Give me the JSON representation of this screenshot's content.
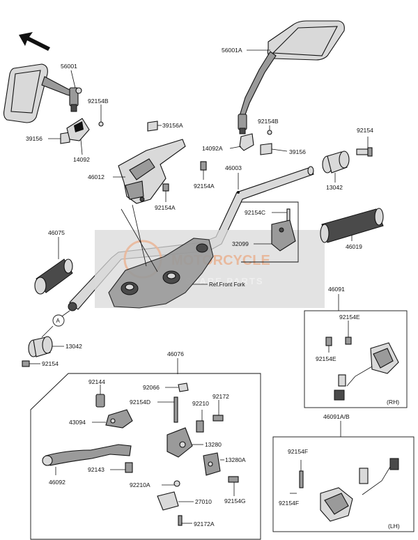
{
  "watermark": {
    "brand": "MOTORCYCLE",
    "subtitle": "SPARE PARTS",
    "accent_color": "#e9b79a",
    "background_color": "#d9d9d9"
  },
  "labels": {
    "p56001": "56001",
    "p56001A": "56001A",
    "p92154B_left": "92154B",
    "p92154B_right": "92154B",
    "p39156_left": "39156",
    "p39156_right": "39156",
    "p39156A": "39156A",
    "p14092": "14092",
    "p14092A": "14092A",
    "p46012": "46012",
    "p92154A_1": "92154A",
    "p92154A_2": "92154A",
    "p46003": "46003",
    "p92154_top": "92154",
    "p13042_top": "13042",
    "p92154C": "92154C",
    "p32099": "32099",
    "p46019": "46019",
    "p46075": "46075",
    "ref_front_fork": "Ref.Front Fork",
    "p13042_bottom": "13042",
    "p92154_bottom": "92154",
    "callout_a": "A",
    "p46091": "46091",
    "p92154E_1": "92154E",
    "p92154E_2": "92154E",
    "rh": "(RH)",
    "p46076": "46076",
    "p92144": "92144",
    "p92066": "92066",
    "p92172": "92172",
    "p92154D": "92154D",
    "p92210": "92210",
    "p43094": "43094",
    "p13280": "13280",
    "p13280A": "13280A",
    "p92143": "92143",
    "p92092": "46092",
    "p92210A": "92210A",
    "p92154G": "92154G",
    "p27010": "27010",
    "p92172A": "92172A",
    "p46091AB": "46091A/B",
    "p92154F_1": "92154F",
    "p92154F_2": "92154F",
    "lh": "(LH)"
  }
}
